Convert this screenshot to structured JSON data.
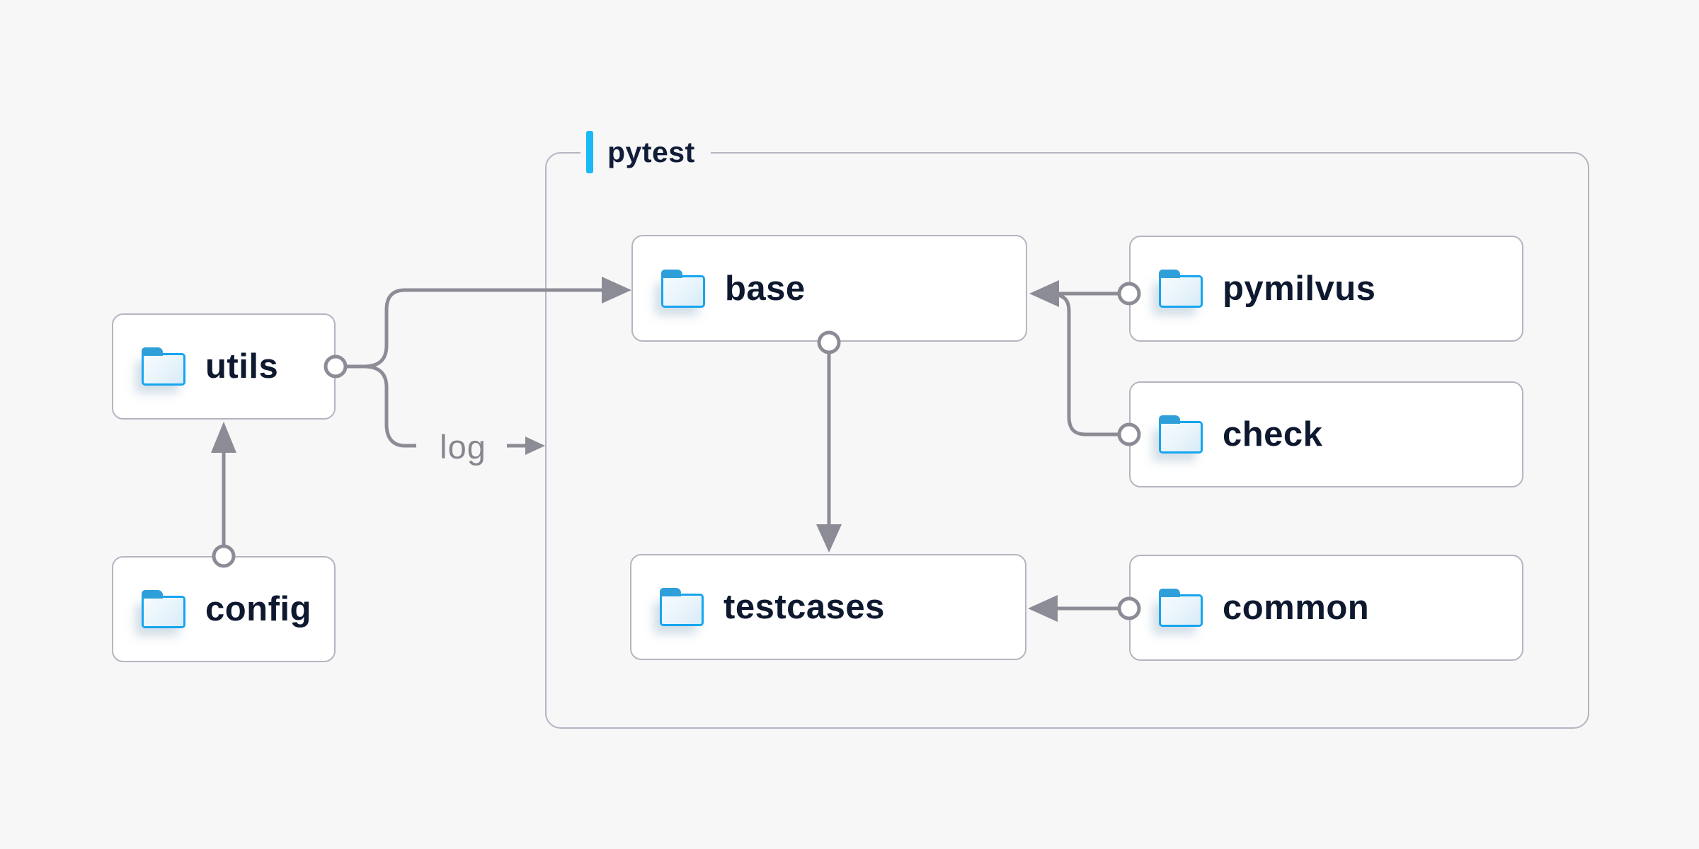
{
  "container": {
    "label": "pytest"
  },
  "nodes": {
    "utils": {
      "label": "utils"
    },
    "config": {
      "label": "config"
    },
    "base": {
      "label": "base"
    },
    "testcases": {
      "label": "testcases"
    },
    "pymilvus": {
      "label": "pymilvus"
    },
    "check": {
      "label": "check"
    },
    "common": {
      "label": "common"
    }
  },
  "edges": {
    "log_label": "log",
    "list": [
      {
        "from": "config",
        "to": "utils"
      },
      {
        "from": "utils",
        "to": "base"
      },
      {
        "from": "utils",
        "to": "log",
        "label": "log"
      },
      {
        "from": "pymilvus",
        "to": "base"
      },
      {
        "from": "check",
        "to": "base"
      },
      {
        "from": "base",
        "to": "testcases"
      },
      {
        "from": "common",
        "to": "testcases"
      }
    ]
  },
  "colors": {
    "background": "#f7f7f8",
    "node_background": "#ffffff",
    "border_gray": "#b5b5c1",
    "wire_gray": "#8c8c97",
    "text_navy": "#0e1930",
    "accent_cyan": "#1ab9f7",
    "folder_blue": "#16a5ef",
    "folder_tab_blue": "#2f9fda"
  }
}
